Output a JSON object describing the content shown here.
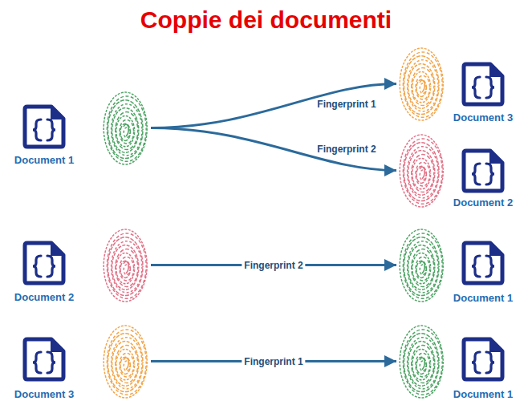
{
  "diagram": {
    "title": "Coppie dei documenti",
    "nodes": [
      {
        "text": [
          "Document 1"
        ]
      },
      {
        "text": [
          "Document 3"
        ]
      },
      {
        "text": [
          "Document 2"
        ]
      },
      {
        "text": [
          "Document 2"
        ]
      },
      {
        "text": [
          "Document 1"
        ]
      },
      {
        "text": [
          "Document 3"
        ]
      },
      {
        "text": [
          "Document 1"
        ]
      }
    ],
    "edges": [
      {
        "from": 0,
        "to": 1,
        "arrow": "to",
        "label": "Fingerprint 1"
      },
      {
        "from": 0,
        "to": 2,
        "arrow": "to",
        "label": "Fingerprint 2"
      },
      {
        "from": 3,
        "to": 4,
        "arrow": "to",
        "label": "Fingerprint 2"
      },
      {
        "from": 5,
        "to": 6,
        "arrow": "to",
        "label": "Fingerprint 1"
      }
    ]
  }
}
